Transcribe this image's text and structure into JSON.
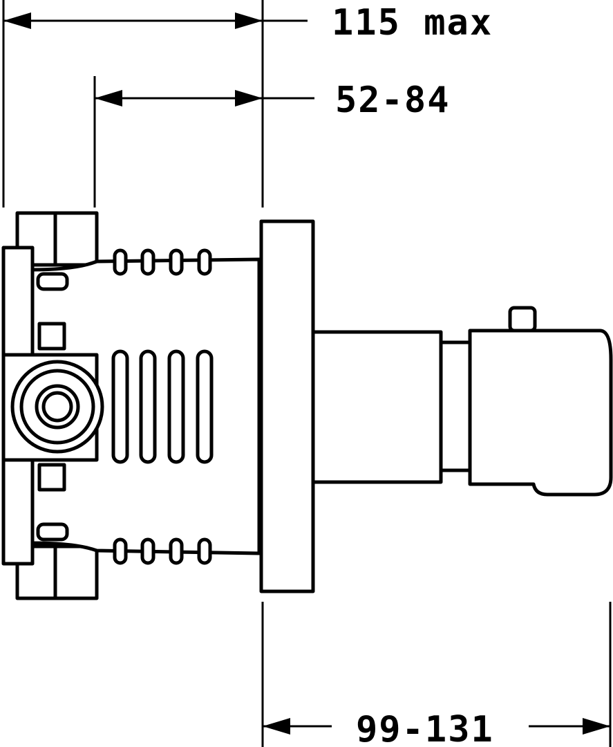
{
  "dimensions": {
    "overall_depth": "115 max",
    "adjustment_range": "52-84",
    "protrusion_range": "99-131"
  }
}
